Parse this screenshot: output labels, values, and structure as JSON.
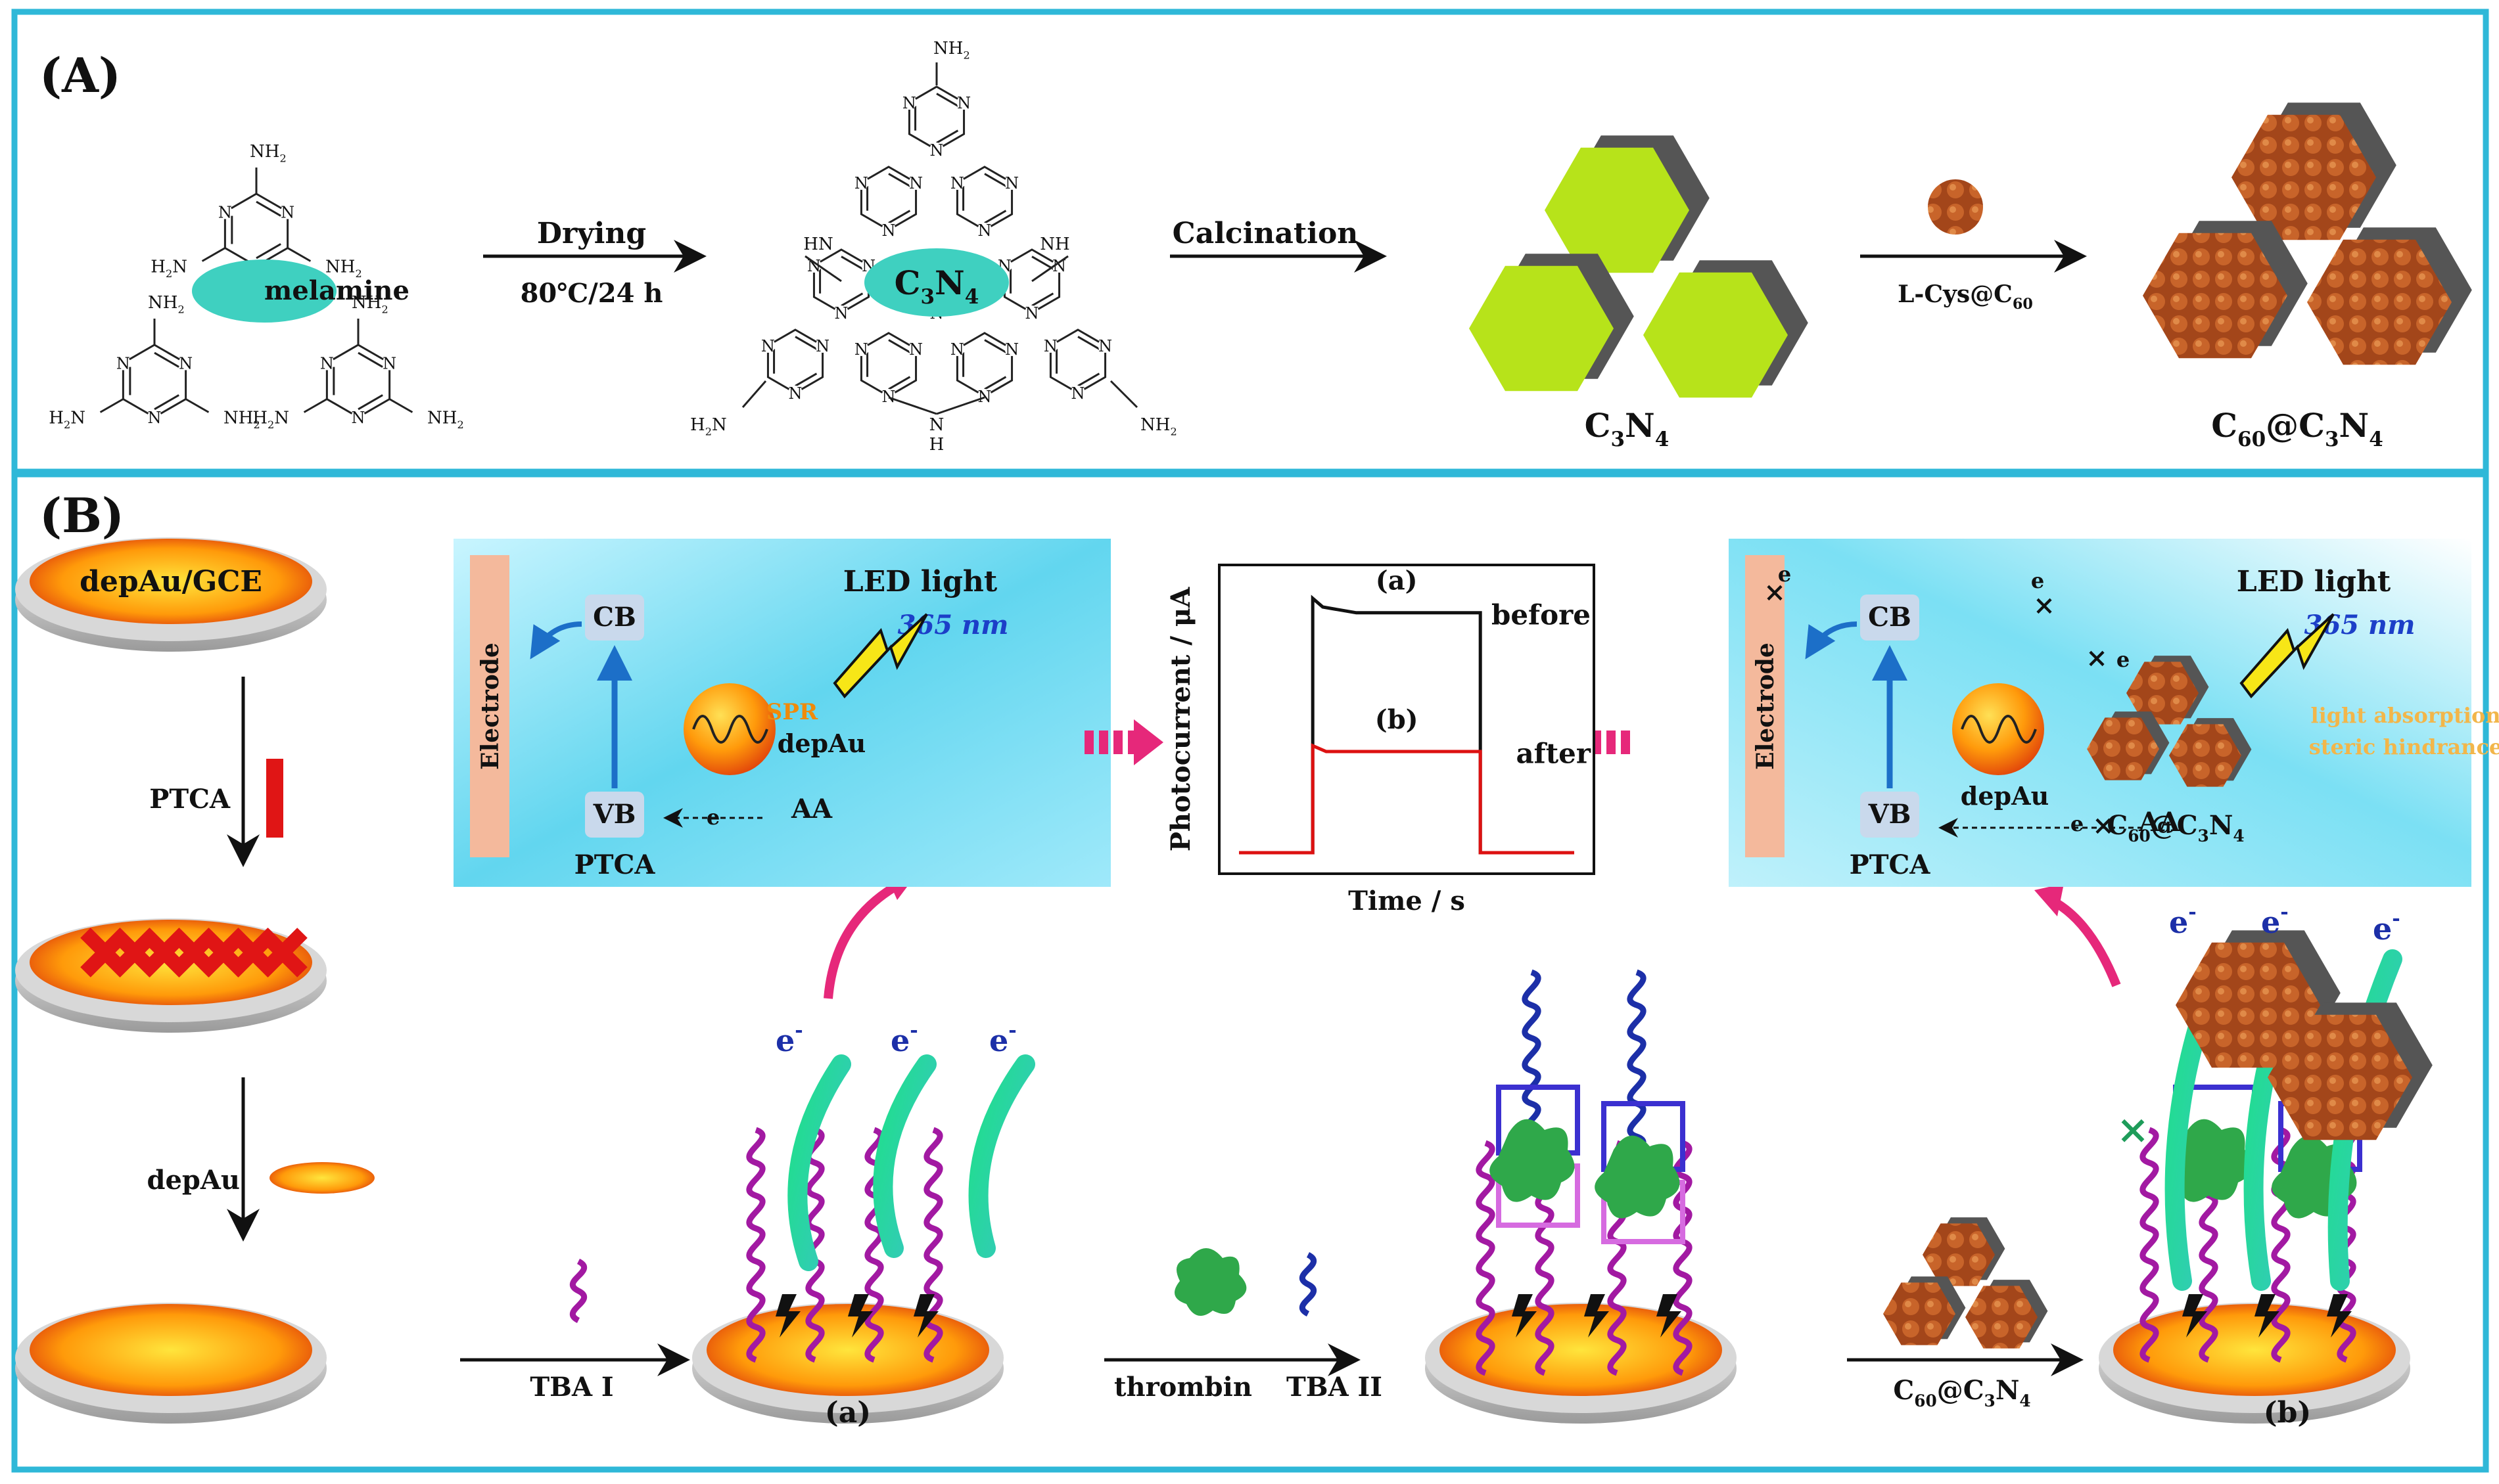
{
  "panelA": {
    "label": "(A)",
    "melamine_label": "melamine",
    "nh2": "NH",
    "h2n": "H",
    "n": "N",
    "nh": "NH",
    "hn": "HN",
    "h": "H",
    "sub2": "2",
    "step1_top": "Drying",
    "step1_bottom": "80℃/24 h",
    "c3n4_text": "C",
    "sub3": "3",
    "sub4": "4",
    "step2_top": "Calcination",
    "step3_reagent": "L-Cys@C",
    "sub60": "60",
    "product1": "C",
    "product2": "C",
    "at": "@C"
  },
  "panelB": {
    "label": "(B)",
    "electrode_label": "depAu/GCE",
    "ptca_step": "PTCA",
    "depau_step": "depAu",
    "tba1": "TBA I",
    "label_a": "(a)",
    "thrombin": "thrombin",
    "tba2": "TBA II",
    "label_b": "(b)",
    "c60_step_main": "C",
    "left_box": {
      "electrode": "Electrode",
      "cb": "CB",
      "vb": "VB",
      "ptca": "PTCA",
      "led": "LED light",
      "wavelength": "365 nm",
      "spr": "SPR",
      "depau": "depAu",
      "aa": "AA",
      "e": "e"
    },
    "right_box": {
      "electrode": "Electrode",
      "cb": "CB",
      "vb": "VB",
      "ptca": "PTCA",
      "led": "LED light",
      "wavelength": "365 nm",
      "depau": "depAu",
      "aa": "AA",
      "light_absorption": "light absorption",
      "steric": "steric hindrance",
      "e": "e",
      "cross": "×"
    },
    "plot": {
      "ylabel": "Photocurrent / μA",
      "xlabel": "Time / s",
      "curve_a_label": "(a)",
      "curve_b_label": "(b)",
      "before": "before",
      "after": "after"
    },
    "electron": "e",
    "minus": "-"
  },
  "chart_data": {
    "type": "line",
    "xlabel": "Time / s",
    "ylabel": "Photocurrent / μA",
    "series": [
      {
        "name": "(a) before",
        "x": [
          0,
          0.22,
          0.22,
          0.25,
          0.35,
          0.72,
          0.72,
          1.0
        ],
        "y": [
          0.05,
          0.05,
          0.93,
          0.9,
          0.88,
          0.88,
          0.05,
          0.05
        ]
      },
      {
        "name": "(b) after",
        "x": [
          0,
          0.22,
          0.22,
          0.26,
          0.72,
          0.72,
          1.0
        ],
        "y": [
          0.05,
          0.05,
          0.42,
          0.4,
          0.4,
          0.05,
          0.05
        ]
      }
    ],
    "colors": {
      "a": "#111111",
      "b": "#dd1111"
    }
  },
  "colors": {
    "frame": "#2fb8d8",
    "melamine_ellipse": "#3fd0c0",
    "hexagon_face": "#b7e31a",
    "hexagon_side": "#555555",
    "c60_brown": "#b5541c",
    "box_cyan": "#62d6ef",
    "electrode_bar": "#f4b99c",
    "arrow_blue": "#1c6fc8",
    "pink_arrow": "#e6287a",
    "led_yellow": "#f7e617",
    "dna_purple": "#a219a2",
    "dna_blue": "#1c2fa8",
    "thrombin_green": "#2fa84a"
  }
}
